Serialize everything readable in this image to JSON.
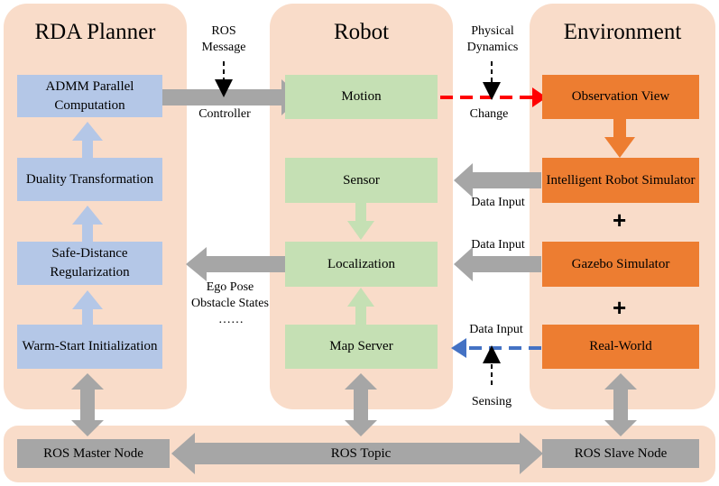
{
  "columns": {
    "planner": {
      "title": "RDA Planner",
      "boxes": [
        "ADMM Parallel Computation",
        "Duality Transformation",
        "Safe-Distance Regularization",
        "Warm-Start Initialization"
      ]
    },
    "robot": {
      "title": "Robot",
      "boxes": [
        "Motion",
        "Sensor",
        "Localization",
        "Map Server"
      ]
    },
    "environment": {
      "title": "Environment",
      "boxes": [
        "Observation View",
        "Intelligent Robot Simulator",
        "Gazebo Simulator",
        "Real-World"
      ],
      "plus": "+"
    }
  },
  "labels": {
    "ros_message": "ROS Message",
    "controller": "Controller",
    "physical_dynamics": "Physical Dynamics",
    "change": "Change",
    "data_input": "Data Input",
    "ego_pose": "Ego Pose",
    "obstacle_states": "Obstacle States",
    "ellipsis": "……",
    "sensing": "Sensing"
  },
  "bottom": {
    "master_node": "ROS Master Node",
    "topic": "ROS Topic",
    "slave_node": "ROS Slave Node"
  },
  "colors": {
    "panel": "#f9dcc9",
    "planner_box": "#b4c7e7",
    "robot_box": "#c5e0b4",
    "env_box": "#ed7d31",
    "grey_arrow": "#a6a6a6",
    "red_dashed": "#ff0000",
    "blue_dashed": "#4472c4"
  }
}
